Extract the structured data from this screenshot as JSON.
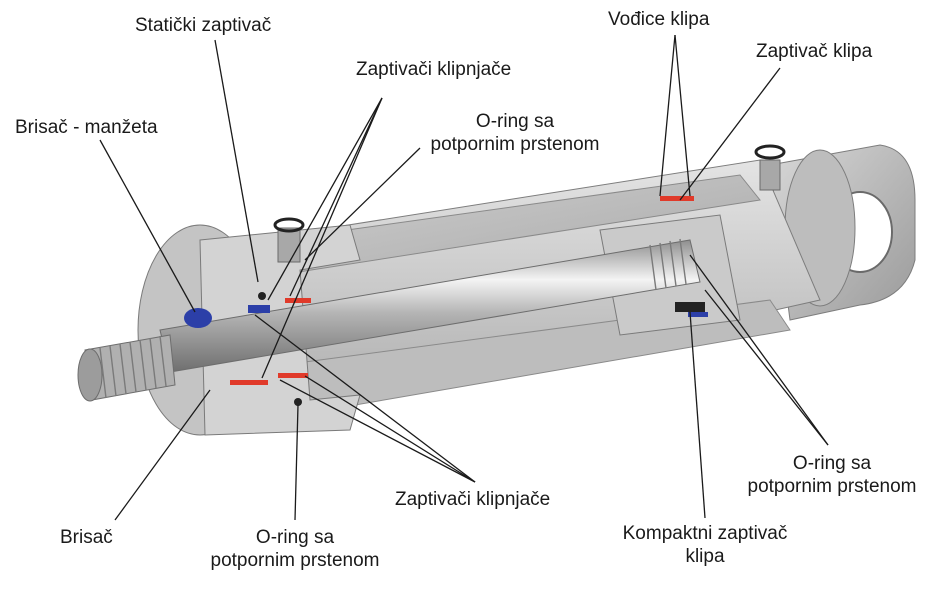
{
  "labels": {
    "static_seal": "Statički zaptivač",
    "rod_seals_top": "Zaptivači klipnjače",
    "wiper_cuff": "Brisač - manžeta",
    "oring_top_line1": "O-ring sa",
    "oring_top_line2": "potpornim prstenom",
    "piston_guides": "Vođice klipa",
    "piston_seal": "Zaptivač klipa",
    "wiper": "Brisač",
    "oring_bottom_line1": "O-ring sa",
    "oring_bottom_line2": "potpornim prstenom",
    "rod_seals_bottom": "Zaptivači klipnjače",
    "compact_seal_line1": "Kompaktni zaptivač",
    "compact_seal_line2": "klipa",
    "oring_right_line1": "O-ring sa",
    "oring_right_line2": "potpornim prstenom"
  },
  "colors": {
    "seal_red": "#e03a2a",
    "seal_blue": "#2c3fa8",
    "metal_light": "#dcdcdc",
    "metal_dark": "#8a8a8a",
    "leader_line": "#1a1a1a"
  }
}
